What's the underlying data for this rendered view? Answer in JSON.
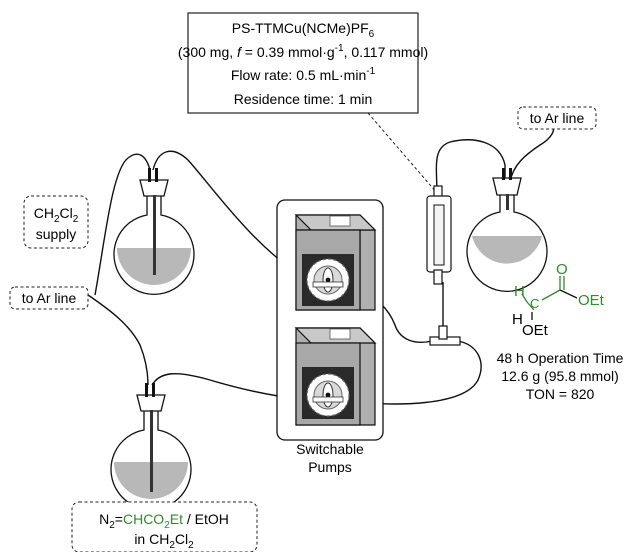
{
  "catalyst_box": {
    "line1_main": "PS-TTMCu(NCMe)PF",
    "line1_sub": "6",
    "line2_a": "(300 mg, ",
    "line2_f": "f",
    "line2_b": " = 0.39 mmol·g",
    "line2_sup": "-1",
    "line2_c": ", 0.117 mmol)",
    "line3_a": "Flow rate: 0.5 mL·min",
    "line3_sup": "-1",
    "line4": "Residence time: 1 min"
  },
  "labels": {
    "to_ar_line_right": "to Ar line",
    "to_ar_line_left": "to Ar line",
    "ch2cl2_supply_a": "CH",
    "ch2cl2_supply_sub1": "2",
    "ch2cl2_supply_b": "Cl",
    "ch2cl2_supply_sub2": "2",
    "ch2cl2_supply_line2": "supply",
    "pumps_line1": "Switchable",
    "pumps_line2": "Pumps"
  },
  "reagent": {
    "n2": "N",
    "n2_sub": "2",
    "eq": "=",
    "green_a": "CHCO",
    "green_sub": "2",
    "green_b": "Et",
    "rest": " / EtOH",
    "line2_a": "in CH",
    "line2_sub1": "2",
    "line2_b": "Cl",
    "line2_sub2": "2"
  },
  "product": {
    "h_top": "H",
    "c": "C",
    "o_top": "O",
    "oet_right": "OEt",
    "h_left": "H",
    "oet_bottom": "OEt",
    "result_line1": "48 h Operation Time",
    "result_line2": "12.6 g (95.8 mmol)",
    "result_line3": "TON = 820"
  },
  "colors": {
    "green": "#2e8b2e",
    "solvent": "#b8b8b8",
    "pump_body": "#b0b0b0",
    "pump_dark": "#2a2a2a"
  }
}
